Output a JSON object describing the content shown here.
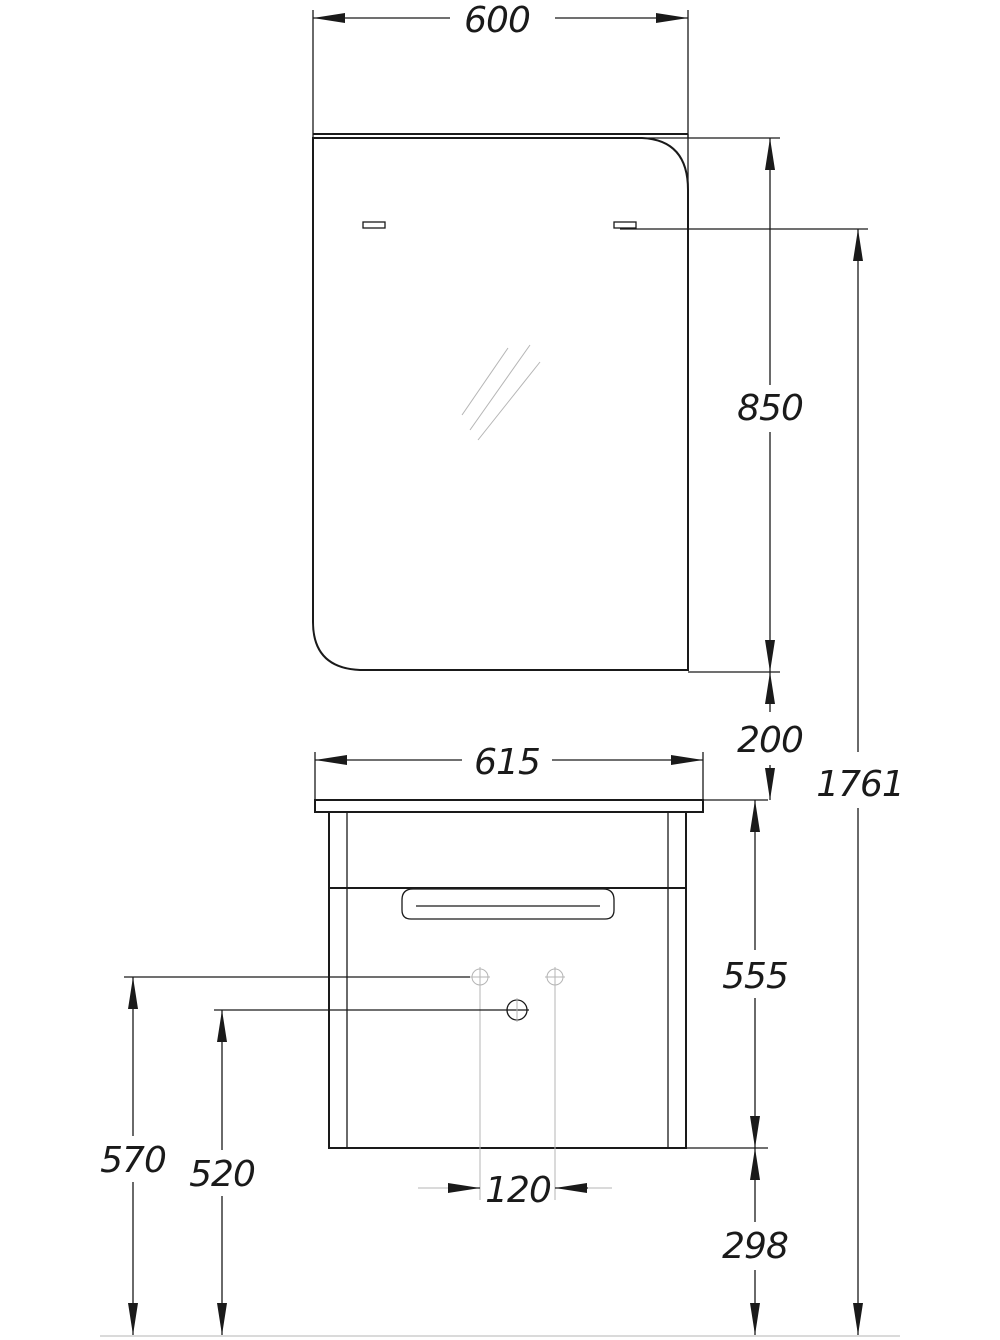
{
  "dimensions": {
    "mirror_width": "600",
    "mirror_height": "850",
    "gap_mirror_to_top": "200",
    "total_height": "1761",
    "top_width": "615",
    "cabinet_height": "555",
    "cabinet_floor_clearance": "298",
    "pipe_height_upper": "570",
    "pipe_height_lower": "520",
    "pipe_spacing": "120"
  },
  "colors": {
    "ink": "#1a1a1a",
    "faint": "#b5b5b5",
    "background": "#ffffff"
  }
}
